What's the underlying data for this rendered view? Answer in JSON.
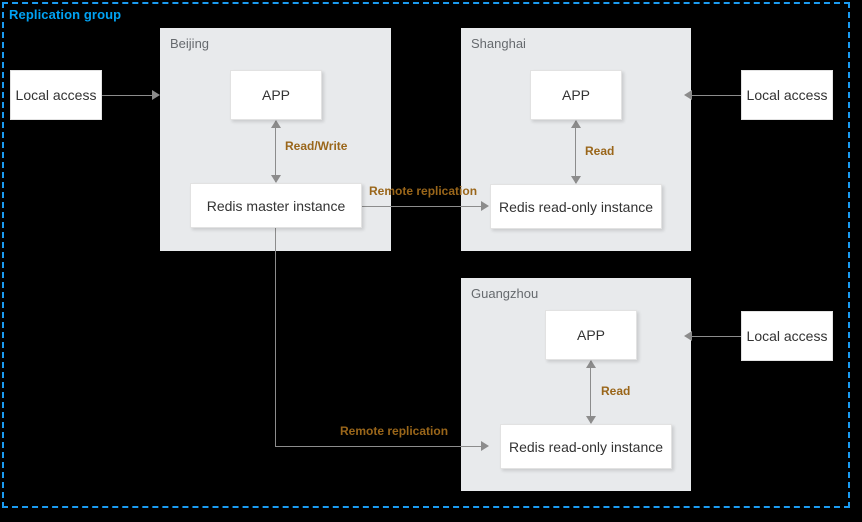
{
  "group": {
    "title": "Replication group",
    "border_color": "#1b9bf0",
    "title_color": "#00a2f3"
  },
  "colors": {
    "background": "#000000",
    "region_fill": "#e8eaec",
    "node_fill": "#ffffff",
    "connector": "#8c8c8c",
    "edge_label": "#9a661a",
    "region_label": "#666a6e"
  },
  "regions": [
    {
      "name": "beijing",
      "label": "Beijing"
    },
    {
      "name": "shanghai",
      "label": "Shanghai"
    },
    {
      "name": "guangzhou",
      "label": "Guangzhou"
    }
  ],
  "nodes": {
    "local_access_left": "Local access",
    "local_access_shanghai": "Local access",
    "local_access_guangzhou": "Local access",
    "beijing_app": "APP",
    "beijing_redis": "Redis master instance",
    "shanghai_app": "APP",
    "shanghai_redis": "Redis read-only instance",
    "guangzhou_app": "APP",
    "guangzhou_redis": "Redis read-only instance"
  },
  "edges": {
    "beijing_read_write": "Read/Write",
    "shanghai_read": "Read",
    "guangzhou_read": "Read",
    "remote_replication_shanghai": "Remote replication",
    "remote_replication_guangzhou": "Remote replication"
  }
}
